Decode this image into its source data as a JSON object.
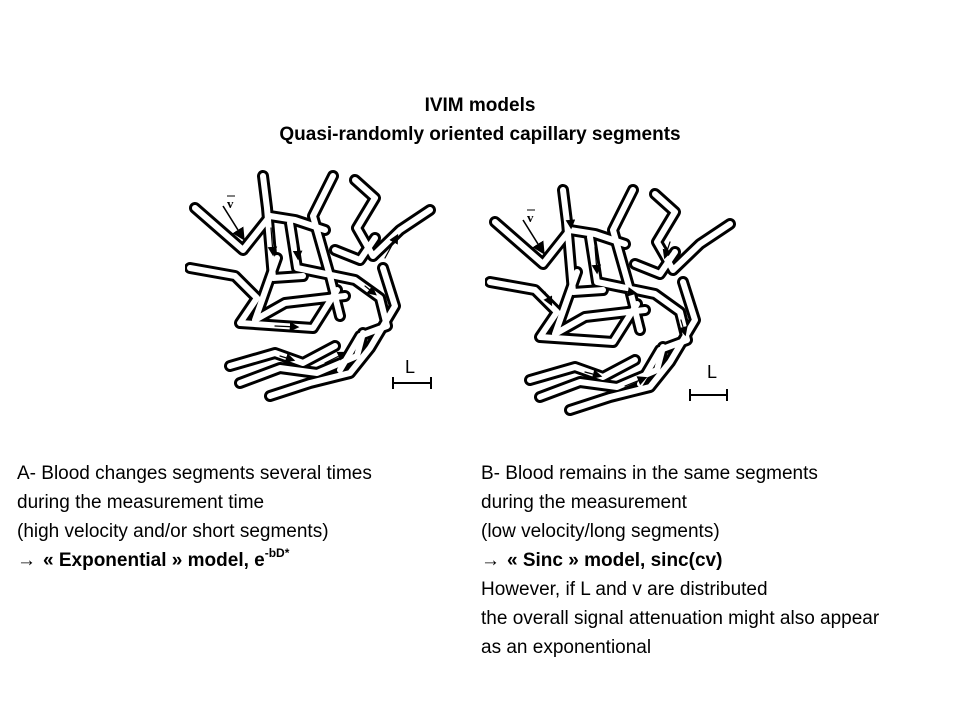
{
  "slide": {
    "title_line1": "IVIM models",
    "title_line2": "Quasi-randomly oriented capillary segments"
  },
  "figures": {
    "A": {
      "velocity_label": "v",
      "scale_label": "L"
    },
    "B": {
      "velocity_label": "v",
      "scale_label": "L"
    }
  },
  "panel_a": {
    "line1": "A- Blood changes segments several times",
    "line2": "during the measurement time",
    "line3": "(high velocity and/or short segments)",
    "arrow_glyph": "→",
    "model_text": "« Exponential » model, e",
    "model_superscript": "-bD*"
  },
  "panel_b": {
    "line1": "B- Blood remains in the same segments",
    "line2": "during the measurement",
    "line3": "(low velocity/long segments)",
    "arrow_glyph": "→",
    "model_text": "« Sinc » model, sinc(cv)",
    "line5": "However, if L and v are distributed",
    "line6": "the overall signal attenuation might also appear",
    "line7": "as an exponentional"
  }
}
